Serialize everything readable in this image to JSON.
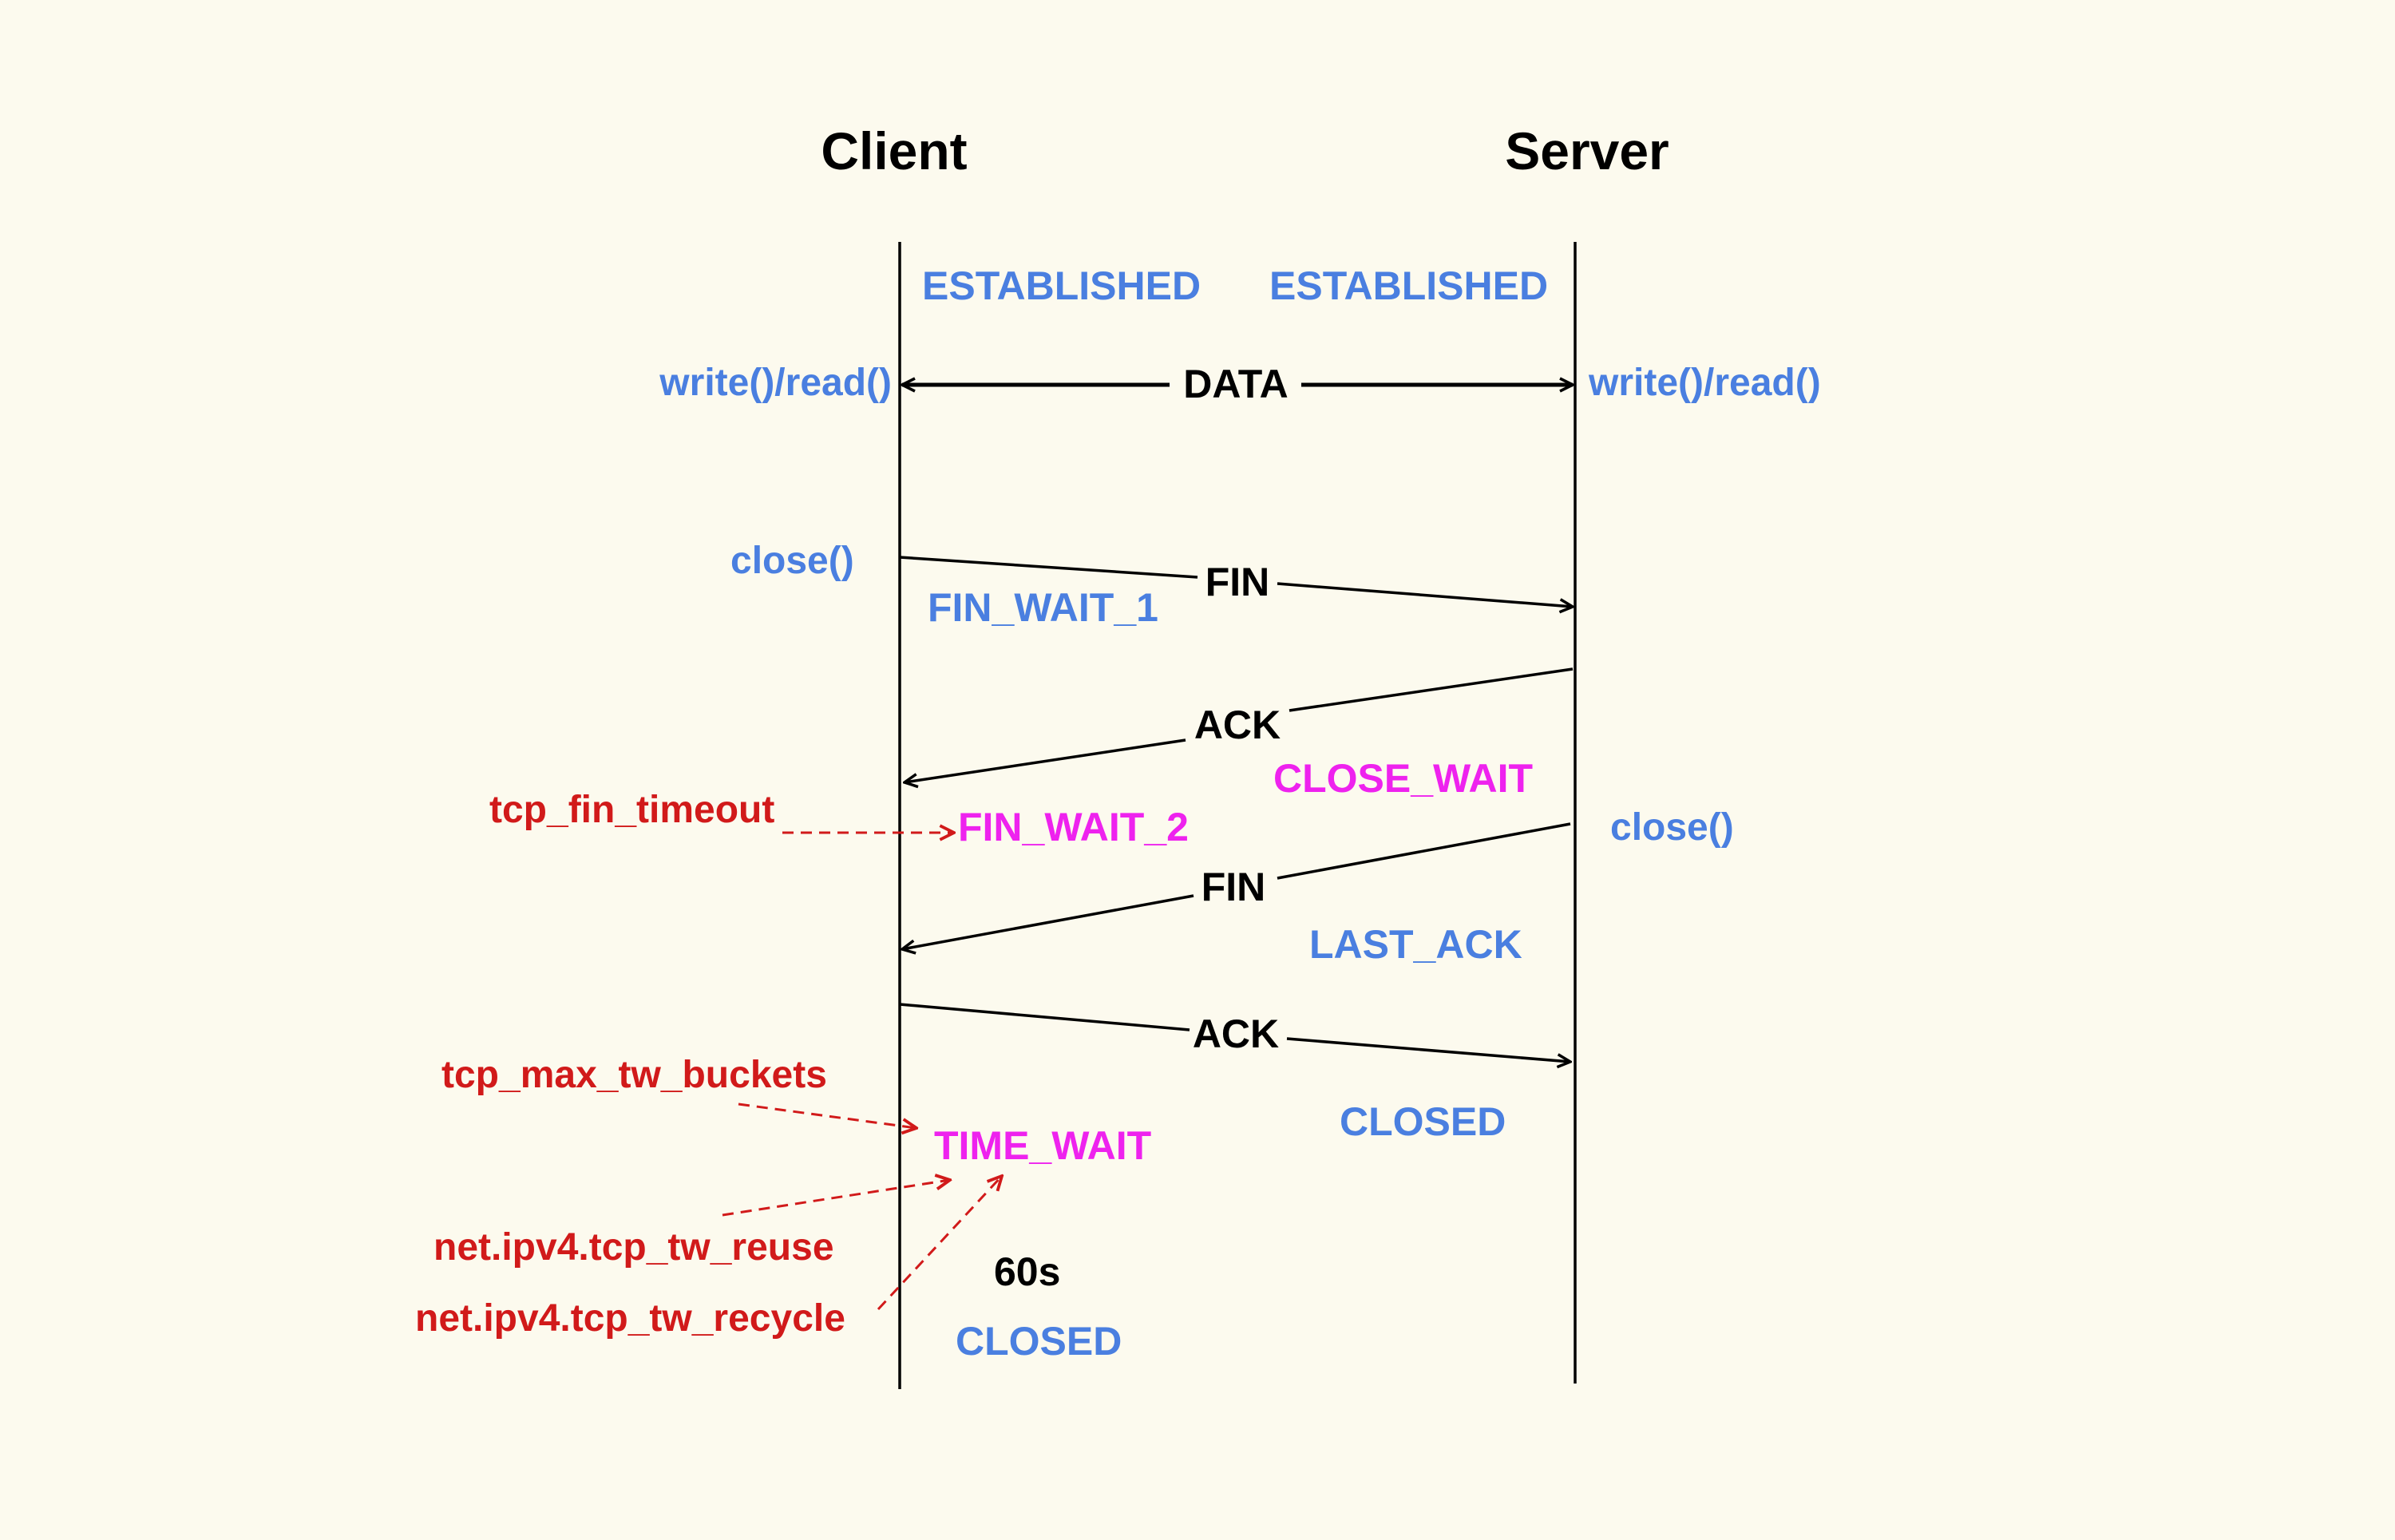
{
  "participants": {
    "client": "Client",
    "server": "Server"
  },
  "messages": {
    "data": "DATA",
    "fin1": "FIN",
    "ack1": "ACK",
    "fin2": "FIN",
    "ack2": "ACK"
  },
  "client_states": {
    "established": "ESTABLISHED",
    "fin_wait_1": "FIN_WAIT_1",
    "fin_wait_2": "FIN_WAIT_2",
    "time_wait": "TIME_WAIT",
    "timer": "60s",
    "closed": "CLOSED"
  },
  "server_states": {
    "established": "ESTABLISHED",
    "close_wait": "CLOSE_WAIT",
    "last_ack": "LAST_ACK",
    "closed": "CLOSED"
  },
  "client_calls": {
    "write_read": "write()/read()",
    "close": "close()"
  },
  "server_calls": {
    "write_read": "write()/read()",
    "close": "close()"
  },
  "kernel_params": {
    "fin_timeout": "tcp_fin_timeout",
    "max_tw_buckets": "tcp_max_tw_buckets",
    "tw_reuse": "net.ipv4.tcp_tw_reuse",
    "tw_recycle": "net.ipv4.tcp_tw_recycle"
  },
  "colors": {
    "background": "#fcfaee",
    "state_blue": "#4a7fe0",
    "state_magenta": "#ee22ee",
    "param_red": "#d11a1a",
    "line_black": "#000000"
  }
}
